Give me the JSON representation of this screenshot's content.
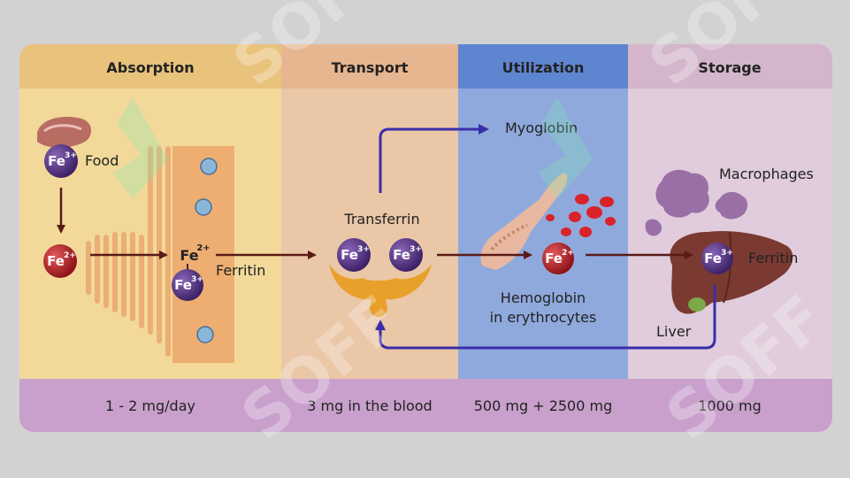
{
  "columns": [
    {
      "title": "Absorption",
      "amount": "1 - 2 mg/day",
      "color": "#ecc887"
    },
    {
      "title": "Transport",
      "amount": "3 mg in the blood",
      "color": "#e3b795"
    },
    {
      "title": "Utilization",
      "amount": "500 mg + 2500 mg",
      "color": "#7b97cc"
    },
    {
      "title": "Storage",
      "amount": "1000 mg",
      "color": "#d7c0d3"
    }
  ],
  "labels": {
    "food": "Food",
    "ferritin_absorption": "Ferritin",
    "transferrin": "Transferrin",
    "myoglobin": "Myoglobin",
    "hemoglobin_line1": "Hemoglobin",
    "hemoglobin_line2": "in erythrocytes",
    "macrophages": "Macrophages",
    "ferritin_storage": "Ferritin",
    "liver": "Liver"
  },
  "ions": {
    "symbol": "Fe",
    "ferric": "3+",
    "ferrous": "2+"
  },
  "watermark": "SOFF",
  "colors": {
    "footer": "#c9a0cc",
    "ferric_ion": "#52327f",
    "ferrous_ion": "#b31f24",
    "arrow_dark": "#5a1a16",
    "arrow_blue": "#3a2ea8"
  }
}
